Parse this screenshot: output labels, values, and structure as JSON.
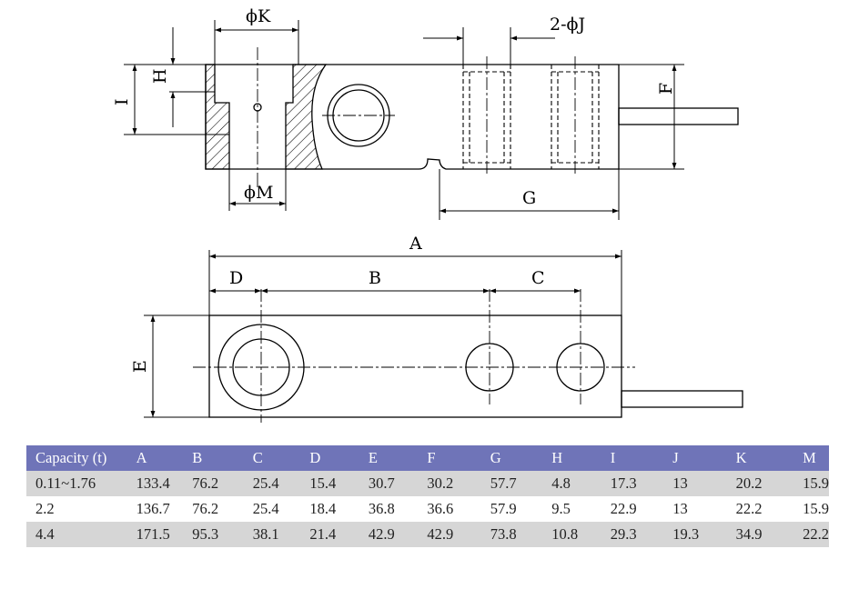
{
  "drawing": {
    "labels": {
      "phi_k": "ϕK",
      "two_phi_j": "2-ϕJ",
      "h": "H",
      "i": "I",
      "f": "F",
      "g": "G",
      "phi_m": "ϕM",
      "a": "A",
      "b": "B",
      "c": "C",
      "d": "D",
      "e": "E"
    }
  },
  "table": {
    "columns": [
      "Capacity (t)",
      "A",
      "B",
      "C",
      "D",
      "E",
      "F",
      "G",
      "H",
      "I",
      "J",
      "K",
      "M"
    ],
    "rows": [
      [
        "0.11~1.76",
        "133.4",
        "76.2",
        "25.4",
        "15.4",
        "30.7",
        "30.2",
        "57.7",
        "4.8",
        "17.3",
        "13",
        "20.2",
        "15.9"
      ],
      [
        "2.2",
        "136.7",
        "76.2",
        "25.4",
        "18.4",
        "36.8",
        "36.6",
        "57.9",
        "9.5",
        "22.9",
        "13",
        "22.2",
        "15.9"
      ],
      [
        "4.4",
        "171.5",
        "95.3",
        "38.1",
        "21.4",
        "42.9",
        "42.9",
        "73.8",
        "10.8",
        "29.3",
        "19.3",
        "34.9",
        "22.2"
      ]
    ]
  },
  "colors": {
    "header_bg": "#6f74b8",
    "row_shade": "#d6d6d6"
  }
}
